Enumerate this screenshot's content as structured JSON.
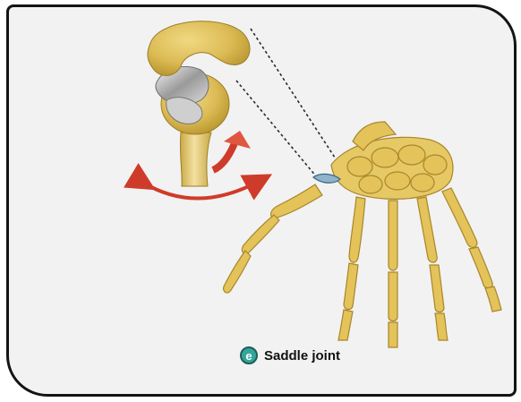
{
  "caption": {
    "letter": "e",
    "label": "Saddle joint"
  },
  "colors": {
    "bone": "#e3c35a",
    "bone_shadow": "#b7952f",
    "cartilage": "#a9a9a9",
    "arrow": "#cf3b2a",
    "badge": "#35a59b",
    "frame_border": "#141414"
  },
  "icons": {
    "badge": "circled-letter",
    "motion_arrows": "curved-double-arrows"
  }
}
